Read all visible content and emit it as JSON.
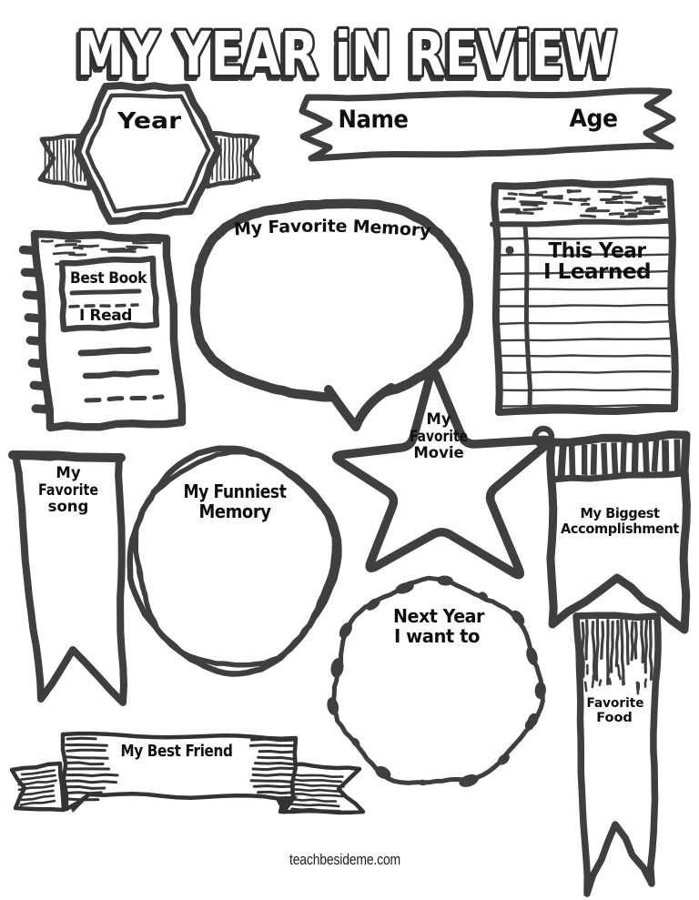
{
  "worksheet": {
    "title": "MY YEAR iN REViEW",
    "footer": "teachbesideme.com"
  },
  "fields": {
    "year": {
      "label": "Year"
    },
    "name": {
      "label": "Name"
    },
    "age": {
      "label": "Age"
    },
    "favorite_memory": {
      "label": "My Favorite Memory"
    },
    "best_book": {
      "line1": "Best Book",
      "line2": "I Read"
    },
    "this_year_learned": {
      "line1": "This Year",
      "line2": "I Learned"
    },
    "favorite_song": {
      "line1": "My",
      "line2": "Favorite",
      "line3": "song"
    },
    "funniest_memory": {
      "line1": "My Funniest",
      "line2": "Memory"
    },
    "favorite_movie": {
      "line1": "My",
      "line2": "Favorite",
      "line3": "Movie"
    },
    "biggest_accomplishment": {
      "line1": "My Biggest",
      "line2": "Accomplishment"
    },
    "next_year": {
      "line1": "Next Year",
      "line2": "I want to"
    },
    "favorite_food": {
      "line1": "Favorite",
      "line2": "Food"
    },
    "best_friend": {
      "label": "My Best Friend"
    }
  },
  "colors": {
    "ink": "#3f3f3f",
    "pen": "#333333",
    "text": "#0f0f0f",
    "paper": "#ffffff"
  }
}
